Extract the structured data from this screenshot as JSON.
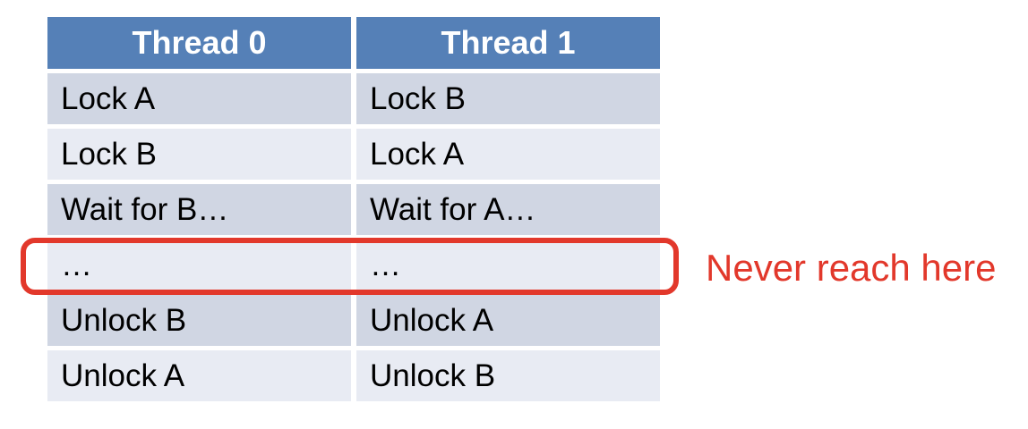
{
  "table": {
    "columns": [
      "Thread 0",
      "Thread 1"
    ],
    "rows": [
      [
        "Lock A",
        "Lock B"
      ],
      [
        "Lock B",
        "Lock A"
      ],
      [
        "Wait for B…",
        "Wait for A…"
      ],
      [
        "…",
        "…"
      ],
      [
        "Unlock B",
        "Unlock A"
      ],
      [
        "Unlock A",
        "Unlock B"
      ]
    ],
    "highlighted_row_index": 3
  },
  "annotation": {
    "label": "Never reach here"
  },
  "colors": {
    "header_bg": "#5580B7",
    "header_text": "#FFFFFF",
    "row_band_dark": "#D0D6E3",
    "row_band_light": "#E8EBF3",
    "body_text": "#000000",
    "highlight_border": "#E2382B",
    "annotation_text": "#E2382B"
  }
}
